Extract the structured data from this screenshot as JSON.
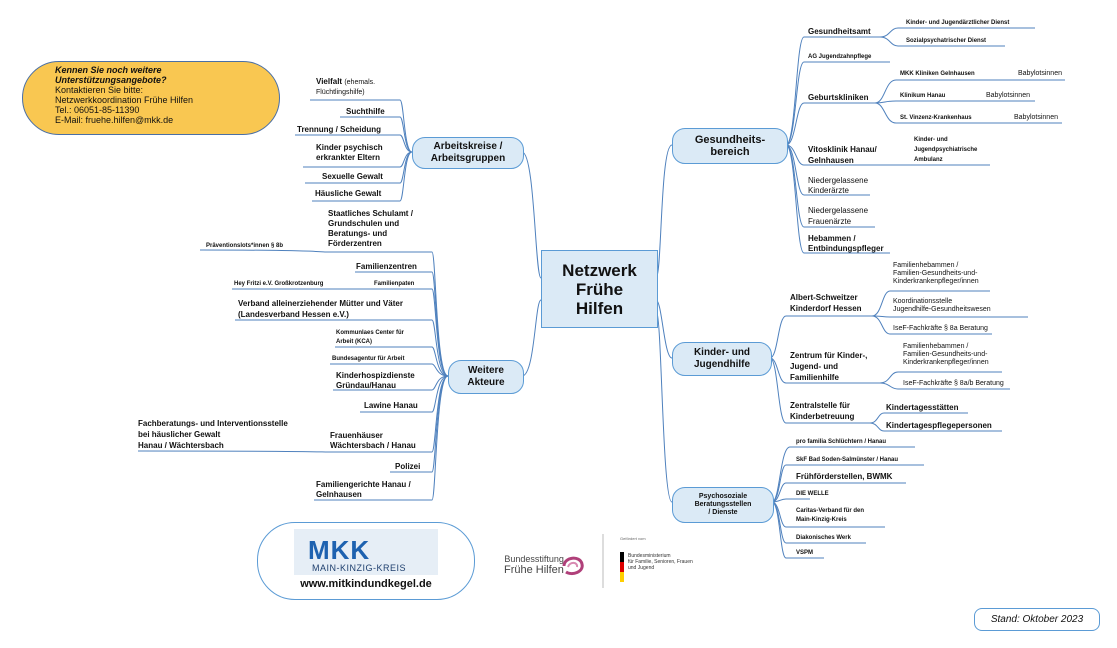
{
  "center": [
    "Netzwerk",
    "Frühe",
    "Hilfen"
  ],
  "contact": {
    "q1": "Kennen Sie noch weitere",
    "q2": "Unterstützungsangebote?",
    "l1": "Kontaktieren Sie bitte:",
    "l2": "Netzwerkkoordination Frühe Hilfen",
    "l3": "Tel.: 06051-85-11390",
    "l4": "E-Mail: fruehe.hilfen@mkk.de"
  },
  "hubs": {
    "arbeitskreise": [
      "Arbeitskreise /",
      "Arbeitsgruppen"
    ],
    "akteure": [
      "Weitere",
      "Akteure"
    ],
    "gesundheit": [
      "Gesundheits-",
      "bereich"
    ],
    "kinder": [
      "Kinder- und",
      "Jugendhilfe"
    ],
    "psycho": [
      "Psychosoziale",
      "Beratungsstellen",
      "/ Dienste"
    ]
  },
  "ak": {
    "vielfalt": "Vielfalt",
    "vielfalt_note1": "(ehemals.",
    "vielfalt_note2": "Flüchtlingshilfe)",
    "sucht": "Suchthilfe",
    "trennung": "Trennung / Scheidung",
    "kpe1": "Kinder psychisch",
    "kpe2": "erkrankter Eltern",
    "sexuell": "Sexuelle Gewalt",
    "haeuslich": "Häusliche Gewalt"
  },
  "wa": {
    "schulamt": [
      "Staatliches Schulamt /",
      "Grundschulen und",
      "Beratungs- und",
      "Förderzentren"
    ],
    "praevention": "Präventionslots*innen § 8b",
    "familienzentren": "Familienzentren",
    "heyfritzi": "Hey Fritzi e.V. Großkrotzenburg",
    "familienpaten": "Familienpaten",
    "verband1": "Verband alleinerziehender Mütter und Väter",
    "verband2": "(Landesverband Hessen e.V.)",
    "kca1": "Kommunlaes Center für",
    "kca2": "Arbeit (KCA)",
    "bundesagentur": "Bundesagentur für Arbeit",
    "hospiz1": "Kinderhospizdienste",
    "hospiz2": "Gründau/Hanau",
    "lawine": "Lawine Hanau",
    "fach1": "Fachberatungs- und Interventionsstelle",
    "fach2": "bei häuslicher Gewalt",
    "fach3": "Hanau / Wächtersbach",
    "fh1": "Frauenhäuser",
    "fh2": "Wächtersbach / Hanau",
    "polizei": "Polizei",
    "fg1": "Familiengerichte Hanau /",
    "fg2": "Gelnhausen"
  },
  "gb": {
    "gesundheitsamt": "Gesundheitsamt",
    "kjdienst": "Kinder- und Jugendärztlicher Dienst",
    "sozialpsych": "Sozialpsychatrischer Dienst",
    "ag": "AG Jugendzahnpflege",
    "geburtskliniken": "Geburtskliniken",
    "mkk": "MKK Kliniken Gelnhausen",
    "hanau": "Klinikum Hanau",
    "vinzenz": "St. Vinzenz-Krankenhaus",
    "baby": "Babylotsinnen",
    "vitos1": "Vitosklinik Hanau/",
    "vitos2": "Gelnhausen",
    "amb1": "Kinder- und",
    "amb2": "Jugendpsychiatrische",
    "amb3": "Ambulanz",
    "nk1": "Niedergelassene",
    "nk2": "Kinderärzte",
    "nf1": "Niedergelassene",
    "nf2": "Frauenärzte",
    "heb1": "Hebammen /",
    "heb2": "Entbindungspfleger"
  },
  "kj": {
    "albert1": "Albert-Schweitzer",
    "albert2": "Kinderdorf Hessen",
    "a1_1": "Familienhebammen /",
    "a1_2": "Familien-Gesundheits-und-",
    "a1_3": "Kinderkrankenpfleger/innen",
    "a2_1": "Koordinationsstelle",
    "a2_2": "Jugendhilfe-Gesundheitswesen",
    "a3": "IseF-Fachkräfte § 8a Beratung",
    "zentrum1": "Zentrum für Kinder-,",
    "zentrum2": "Jugend- und",
    "zentrum3": "Familienhilfe",
    "z1_1": "Familienhebammen /",
    "z1_2": "Familien-Gesundheits-und-",
    "z1_3": "Kinderkrankenpfleger/innen",
    "z2": "IseF-Fachkräfte § 8a/b Beratung",
    "zs1": "Zentralstelle für",
    "zs2": "Kinderbetreuung",
    "kita": "Kindertagesstätten",
    "kitapfl": "Kindertagespflegepersonen"
  },
  "pb": {
    "profamilia": "pro familia Schlüchtern / Hanau",
    "skf": "SkF Bad Soden-Salmünster / Hanau",
    "ffs": "Frühförderstellen, BWMK",
    "welle": "DIE WELLE",
    "caritas1": "Caritas-Verband für den",
    "caritas2": "Main-Kinzig-Kreis",
    "diakon": "Diakonisches Werk",
    "vspm": "VSPM"
  },
  "logos": {
    "mkk": "MKK",
    "mkk_sub": "MAIN-KINZIG-KREIS",
    "url": "www.mitkindundkegel.de",
    "stiftung1": "Bundesstiftung",
    "stiftung2": "Frühe Hilfen",
    "gefoerdert": "Gefördert vom",
    "bm1": "Bundesministerium",
    "bm2": "für Familie, Senioren, Frauen",
    "bm3": "und Jugend"
  },
  "stand": "Stand: Oktober 2023",
  "colors": {
    "line": "#4f81bd",
    "hub_fill": "#dbeaf6",
    "contact_fill": "#f9c751",
    "mkk_blue": "#1e62b0"
  }
}
